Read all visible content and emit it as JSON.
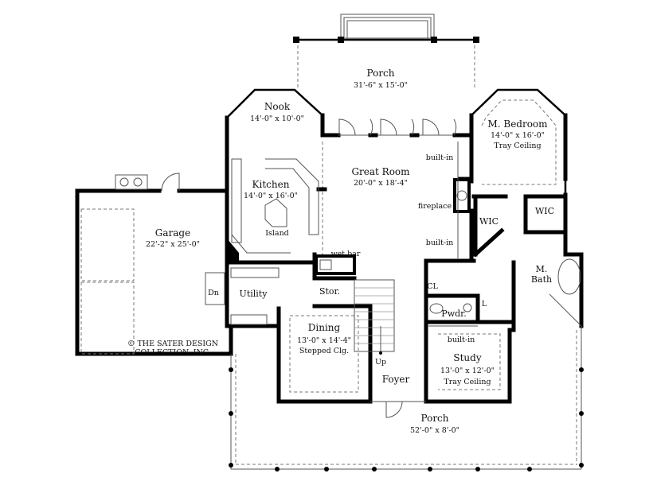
{
  "rooms": {
    "rear_porch": {
      "name": "Porch",
      "dims": "31'-6\" x 15'-0\""
    },
    "nook": {
      "name": "Nook",
      "dims": "14'-0\" x 10'-0\""
    },
    "kitchen": {
      "name": "Kitchen",
      "dims": "14'-0\" x 16'-0\"",
      "island": "Island"
    },
    "great_room": {
      "name": "Great Room",
      "dims": "20'-0\" x 18'-4\"",
      "builtin_top": "built-in",
      "fireplace": "fireplace",
      "builtin_bottom": "built-in",
      "wet_bar": "wet bar"
    },
    "master_bedroom": {
      "name": "M. Bedroom",
      "dims": "14'-0\" x 16'-0\"",
      "ceiling": "Tray Ceiling"
    },
    "wic_left": {
      "name": "WIC"
    },
    "wic_right": {
      "name": "WIC"
    },
    "master_bath": {
      "name": "M.",
      "name2": "Bath"
    },
    "garage": {
      "name": "Garage",
      "dims": "22'-2\" x 25'-0\""
    },
    "utility": {
      "name": "Utility",
      "down": "Dn"
    },
    "storage": {
      "name": "Stor."
    },
    "closet": {
      "name": "CL"
    },
    "powder": {
      "name": "Pwdr.",
      "linen": "L"
    },
    "dining": {
      "name": "Dining",
      "dims": "13'-0\" x 14'-4\"",
      "ceiling": "Stepped Clg."
    },
    "stairs": {
      "up": "Up"
    },
    "foyer": {
      "name": "Foyer"
    },
    "study": {
      "name": "Study",
      "dims": "13'-0\" x 12'-0\"",
      "ceiling": "Tray Ceiling",
      "builtin": "built-in"
    },
    "front_porch": {
      "name": "Porch",
      "dims": "52'-0\" x 8'-0\""
    }
  },
  "copyright": {
    "line1": "© THE SATER DESIGN",
    "line2": "COLLECTION, INC."
  }
}
